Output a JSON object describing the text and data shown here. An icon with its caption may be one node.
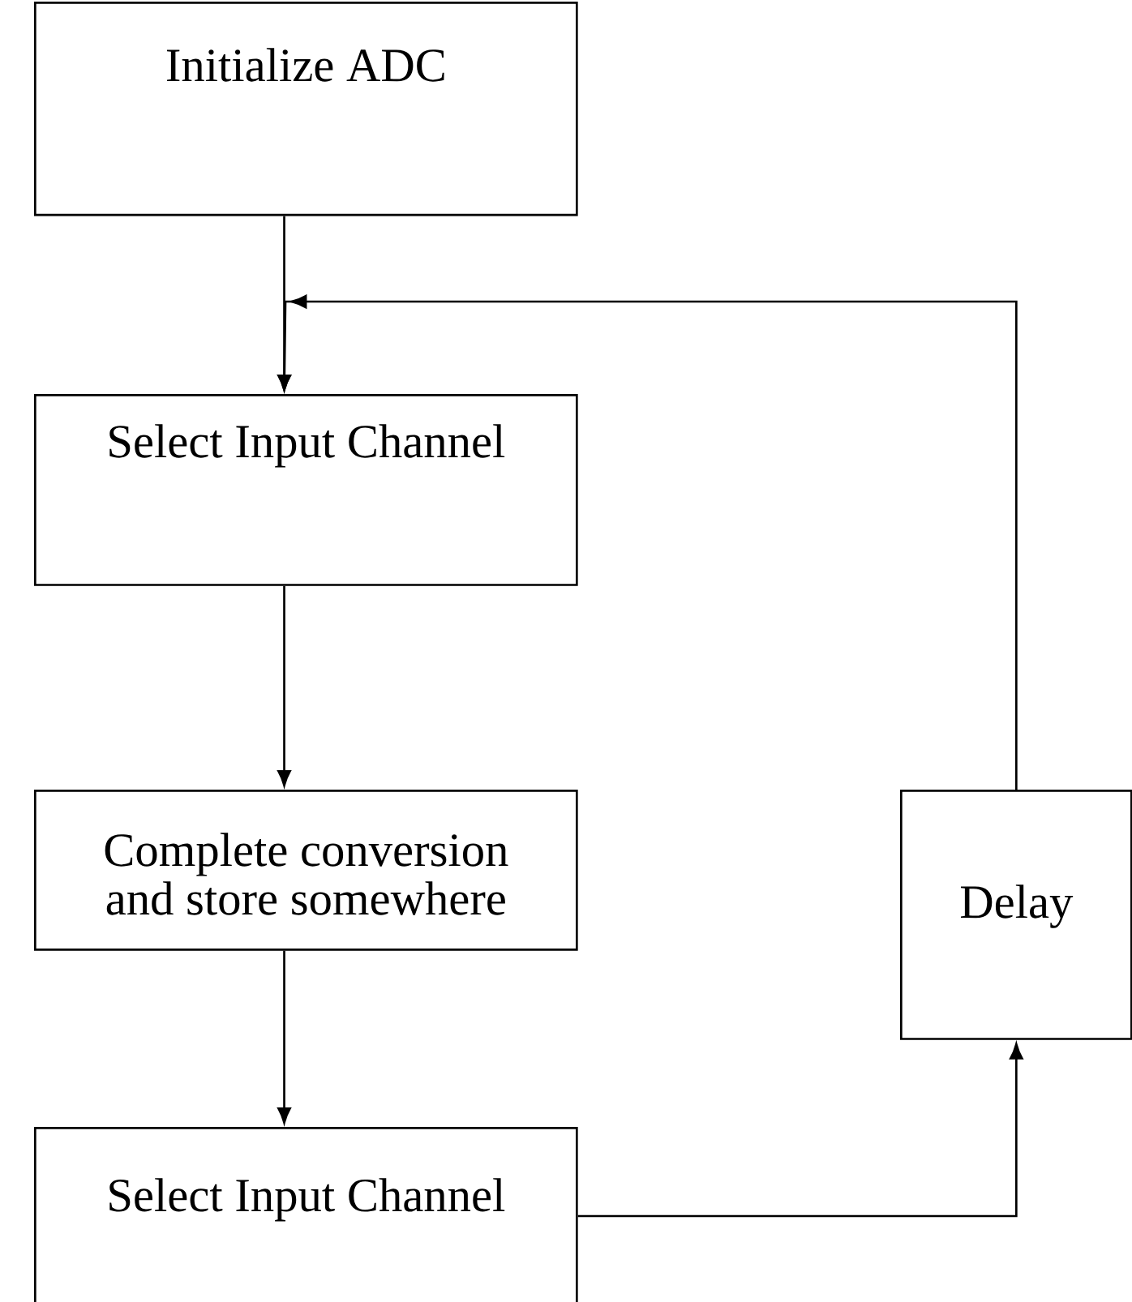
{
  "diagram": {
    "nodes": [
      {
        "text": [
          "Initialize ADC"
        ]
      },
      {
        "text": [
          "Select Input Channel"
        ]
      },
      {
        "text": [
          "Complete conversion and store somewhere"
        ]
      },
      {
        "text": [
          "Select Input Channel"
        ]
      },
      {
        "text": [
          "Delay"
        ]
      }
    ],
    "edges": [
      {
        "from": 0,
        "to": 1,
        "arrow": "to"
      },
      {
        "from": 1,
        "to": 2,
        "arrow": "to"
      },
      {
        "from": 2,
        "to": 3,
        "arrow": "to"
      },
      {
        "from": 3,
        "to": 4,
        "arrow": "to"
      },
      {
        "from": 4,
        "to": 1,
        "arrow": "to"
      }
    ]
  }
}
